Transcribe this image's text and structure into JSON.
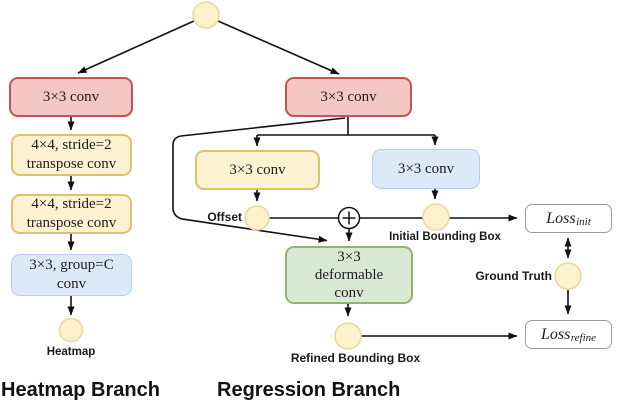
{
  "figure": {
    "heatmap_branch": {
      "title": "Heatmap Branch",
      "conv1": "3×3 conv",
      "transpose1": "4×4, stride=2\ntranspose conv",
      "transpose2": "4×4, stride=2\ntranspose conv",
      "group_conv": "3×3, group=C\nconv",
      "output_label": "Heatmap"
    },
    "regression_branch": {
      "title": "Regression Branch",
      "conv1": "3×3 conv",
      "offset_conv": "3×3 conv",
      "bbox_conv": "3×3 conv",
      "deformable_conv": "3×3\ndeformable\nconv",
      "offset_label": "Offset",
      "initial_bbox_label": "Initial Bounding Box",
      "refined_bbox_label": "Refined Bounding Box",
      "ground_truth_label": "Ground Truth",
      "loss_init_base": "Loss",
      "loss_init_sub": "init",
      "loss_refine_base": "Loss",
      "loss_refine_sub": "refine"
    },
    "icons": {
      "sum": "plus-circle-icon"
    },
    "colors": {
      "conv_red_fill": "#f5c7c4",
      "conv_red_border": "#c9514f",
      "conv_yellow_fill": "#fdf3d2",
      "conv_yellow_border": "#e0c06a",
      "conv_blue_fill": "#dceaf8",
      "conv_blue_border": "#b4cfeb",
      "deform_green_fill": "#d8ead3",
      "deform_green_border": "#8ab66d",
      "node_fill": "#fdf1cc",
      "node_border": "#ead9a2",
      "loss_border": "#9c9c9c",
      "line": "#111111"
    }
  }
}
